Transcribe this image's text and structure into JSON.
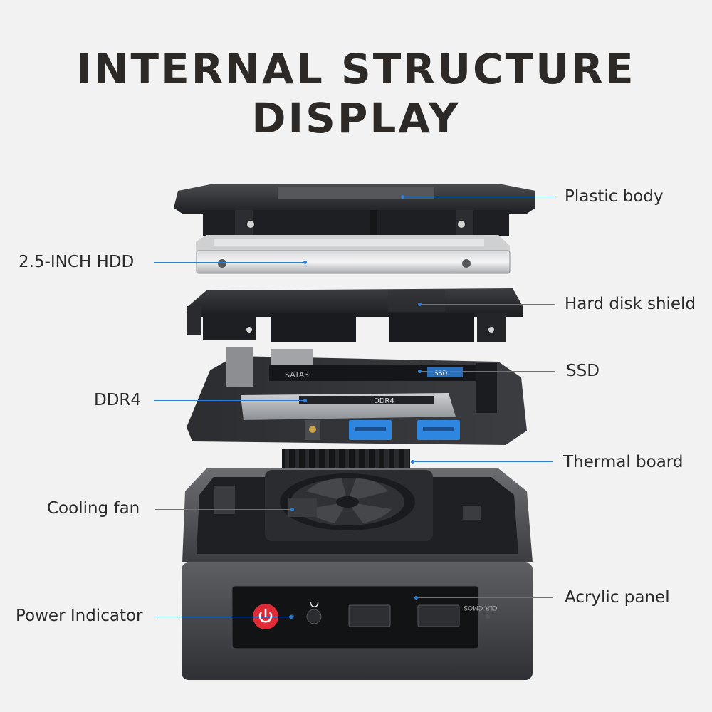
{
  "title": {
    "line1": "INTERNAL STRUCTURE",
    "line2": "DISPLAY"
  },
  "labels": {
    "plastic_body": "Plastic body",
    "hdd": "2.5-INCH HDD",
    "hard_disk_shield": "Hard disk shield",
    "ssd": "SSD",
    "ddr4": "DDR4",
    "thermal_board": "Thermal board",
    "cooling_fan": "Cooling fan",
    "acrylic_panel": "Acrylic panel",
    "power_indicator": "Power Indicator"
  },
  "component_text": {
    "ssd_slot": "SATA3",
    "ssd_sticker": "SSD",
    "ram_sticker": "DDR4",
    "clr_cmos": "CLR CMOS"
  },
  "colors": {
    "leader_line": "#2f7fd6",
    "power_button": "#e02b36",
    "usb_port": "#2f86e0",
    "case": "#3a3c40",
    "background": "#f2f2f2"
  }
}
